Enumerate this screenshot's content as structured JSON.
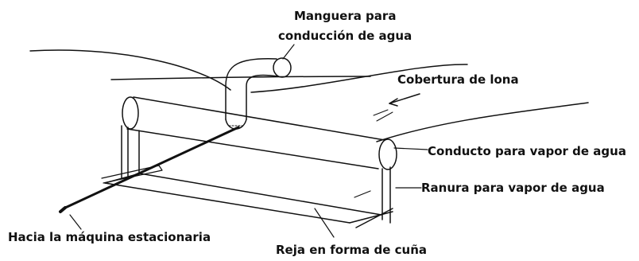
{
  "labels": {
    "hose": [
      "Manguera para",
      "conducción de agua"
    ],
    "canvas_cover": "Cobertura de lona",
    "steam_pipe": "Conducto para vapor de agua",
    "steam_slot": "Ranura para vapor de agua",
    "engine": "Hacia la máquina estacionaria",
    "wedge_grid": "Reja en forma de cuña"
  },
  "colors": {
    "line": "#111111",
    "background": "#ffffff"
  }
}
